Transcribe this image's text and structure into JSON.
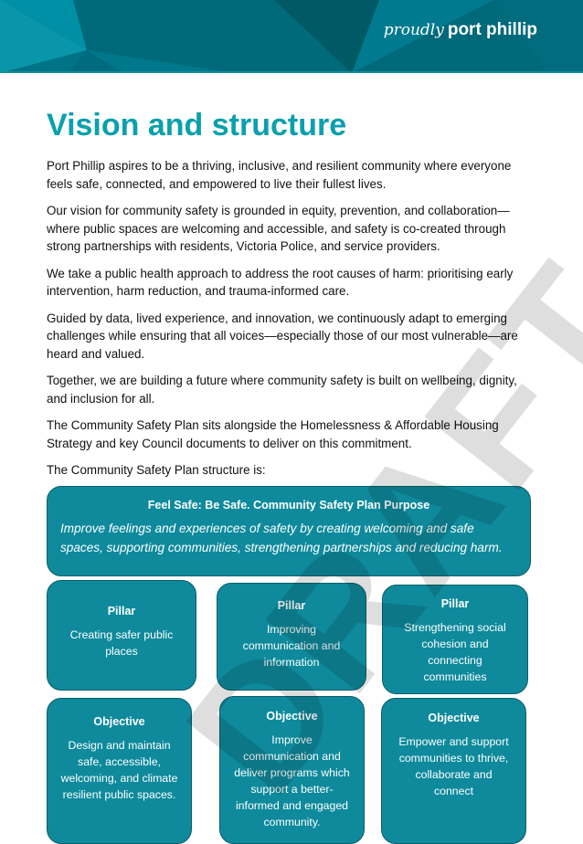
{
  "header": {
    "logo_script": "proudly",
    "logo_text": "port phillip"
  },
  "title": "Vision and structure",
  "paragraphs": [
    "Port Phillip aspires to be a thriving, inclusive, and resilient community where everyone feels safe, connected, and empowered to live their fullest lives.",
    "Our vision for community safety is grounded in equity, prevention, and collaboration—where public spaces are welcoming and accessible, and safety is co-created through strong partnerships with residents, Victoria Police, and service providers.",
    "We take a public health approach to address the root causes of harm: prioritising early intervention, harm reduction, and trauma-informed care.",
    "Guided by data, lived experience, and innovation, we continuously adapt to emerging challenges while ensuring that all voices—especially those of our most vulnerable—are heard and valued.",
    "Together, we are building a future where community safety is built on wellbeing, dignity, and inclusion for all.",
    "The Community Safety Plan sits alongside the Homelessness & Affordable Housing Strategy and key Council documents to deliver on this commitment.",
    "The Community Safety Plan structure is:"
  ],
  "watermark": "DRAFT",
  "purpose": {
    "heading": "Feel Safe: Be Safe. Community Safety Plan Purpose",
    "text": "Improve feelings and experiences of safety by creating welcoming and safe spaces, supporting communities, strengthening partnerships and reducing harm."
  },
  "pillars": [
    {
      "heading": "Pillar",
      "text": "Creating safer public places"
    },
    {
      "heading": "Pillar",
      "text": "Improving communication and information"
    },
    {
      "heading": "Pillar",
      "text": "Strengthening social cohesion and connecting communities"
    }
  ],
  "objectives": [
    {
      "heading": "Objective",
      "text": "Design and maintain safe, accessible, welcoming, and climate resilient public spaces."
    },
    {
      "heading": "Objective",
      "text": "Improve communication and deliver programs which support a better-informed and engaged community."
    },
    {
      "heading": "Objective",
      "text": "Empower and support communities to thrive, collaborate and connect"
    }
  ]
}
